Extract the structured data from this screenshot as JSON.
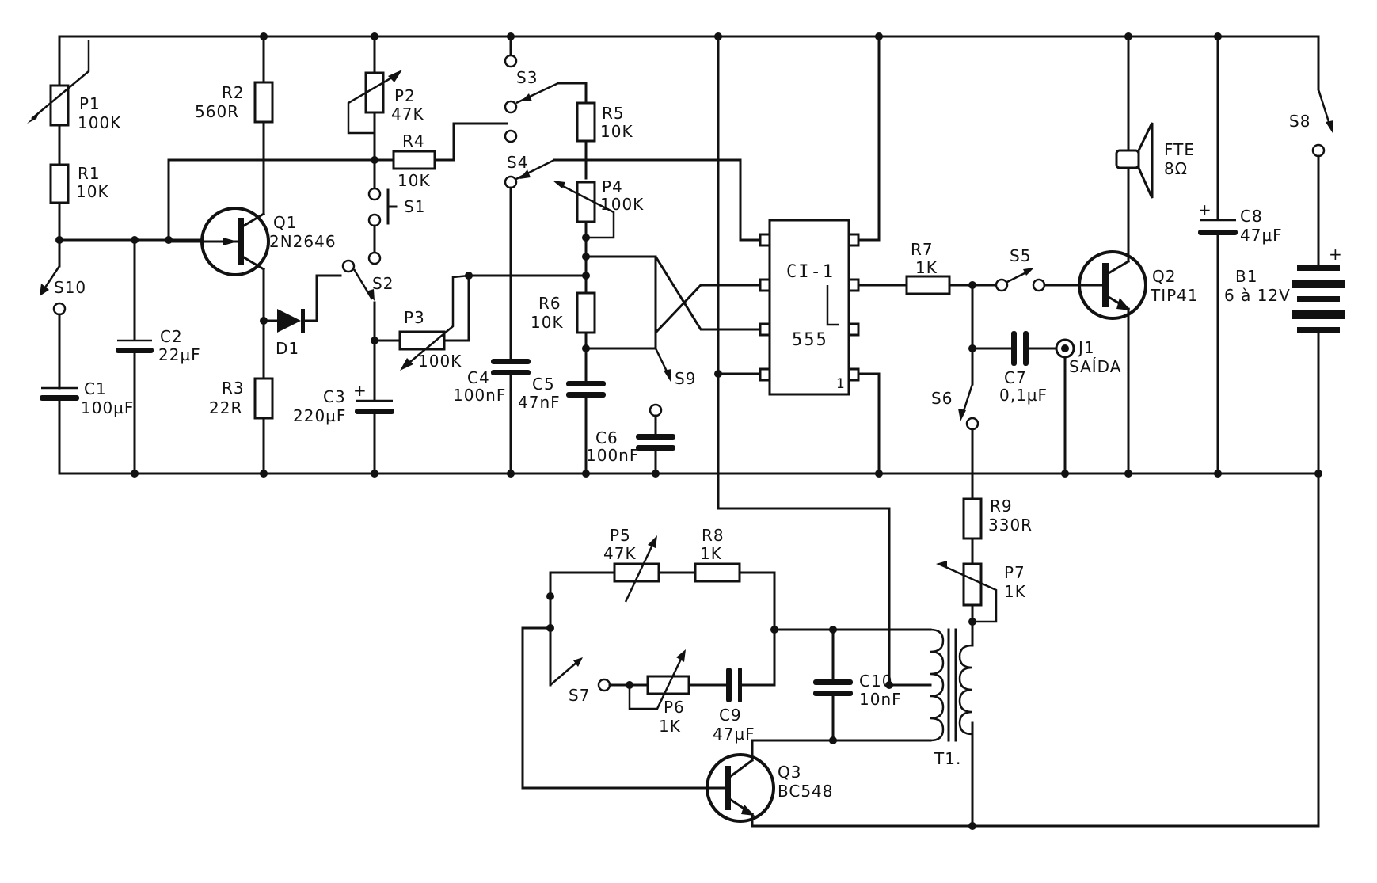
{
  "components": {
    "P1": {
      "ref": "P1",
      "value": "100K"
    },
    "R1": {
      "ref": "R1",
      "value": "10K"
    },
    "R2": {
      "ref": "R2",
      "value": "560R"
    },
    "R3": {
      "ref": "R3",
      "value": "22R"
    },
    "D1": {
      "ref": "D1"
    },
    "Q1": {
      "ref": "Q1",
      "value": "2N2646"
    },
    "S10": {
      "ref": "S10"
    },
    "C1": {
      "ref": "C1",
      "value": "100µF"
    },
    "C2": {
      "ref": "C2",
      "value": "22µF"
    },
    "P2": {
      "ref": "P2",
      "value": "47K"
    },
    "R4": {
      "ref": "R4",
      "value": "10K"
    },
    "S1": {
      "ref": "S1"
    },
    "S2": {
      "ref": "S2"
    },
    "P3": {
      "ref": "P3",
      "value": "100K"
    },
    "C3": {
      "ref": "C3",
      "value": "220µF"
    },
    "S3": {
      "ref": "S3"
    },
    "S4": {
      "ref": "S4"
    },
    "R5": {
      "ref": "R5",
      "value": "10K"
    },
    "P4": {
      "ref": "P4",
      "value": "100K"
    },
    "R6": {
      "ref": "R6",
      "value": "10K"
    },
    "C4": {
      "ref": "C4",
      "value": "100nF"
    },
    "C5": {
      "ref": "C5",
      "value": "47nF"
    },
    "C6": {
      "ref": "C6",
      "value": "100nF"
    },
    "S9": {
      "ref": "S9"
    },
    "CI1": {
      "ref": "CI-1",
      "value": "555",
      "pin1": "1"
    },
    "R7": {
      "ref": "R7",
      "value": "1K"
    },
    "S5": {
      "ref": "S5"
    },
    "C7": {
      "ref": "C7",
      "value": "0,1µF"
    },
    "J1": {
      "ref": "J1",
      "value": "SAÍDA"
    },
    "S6": {
      "ref": "S6"
    },
    "Q2": {
      "ref": "Q2",
      "value": "TIP41"
    },
    "FTE": {
      "ref": "FTE",
      "value": "8Ω"
    },
    "C8": {
      "ref": "C8",
      "value": "47µF"
    },
    "S8": {
      "ref": "S8"
    },
    "B1": {
      "ref": "B1",
      "value": "6 à 12V"
    },
    "R9": {
      "ref": "R9",
      "value": "330R"
    },
    "P7": {
      "ref": "P7",
      "value": "1K"
    },
    "P5": {
      "ref": "P5",
      "value": "47K"
    },
    "R8": {
      "ref": "R8",
      "value": "1K"
    },
    "S7": {
      "ref": "S7"
    },
    "P6": {
      "ref": "P6",
      "value": "1K"
    },
    "C9": {
      "ref": "C9",
      "value": "47µF"
    },
    "C10": {
      "ref": "C10",
      "value": "10nF"
    },
    "T1": {
      "ref": "T1."
    },
    "Q3": {
      "ref": "Q3",
      "value": "BC548"
    }
  },
  "symbols": {
    "plus": "+"
  }
}
